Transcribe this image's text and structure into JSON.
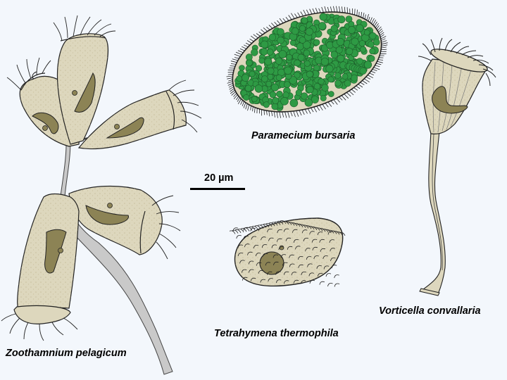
{
  "colors": {
    "background": "#f3f7fc",
    "cell_body": "#ddd7bd",
    "cell_stipple": "#cfc6a4",
    "nucleus": "#8c8355",
    "stalk": "#c9c9c9",
    "outline": "#222222",
    "symbiont_algae": "#2e9a44"
  },
  "organisms": [
    {
      "name": "Zoothamnium pelagicum",
      "icon": "colonial-ciliate-icon"
    },
    {
      "name": "Paramecium bursaria",
      "icon": "paramecium-icon"
    },
    {
      "name": "Vorticella convallaria",
      "icon": "stalked-ciliate-icon"
    },
    {
      "name": "Tetrahymena thermophila",
      "icon": "tetrahymena-icon"
    }
  ],
  "scale_bar": {
    "label": "20 µm"
  }
}
